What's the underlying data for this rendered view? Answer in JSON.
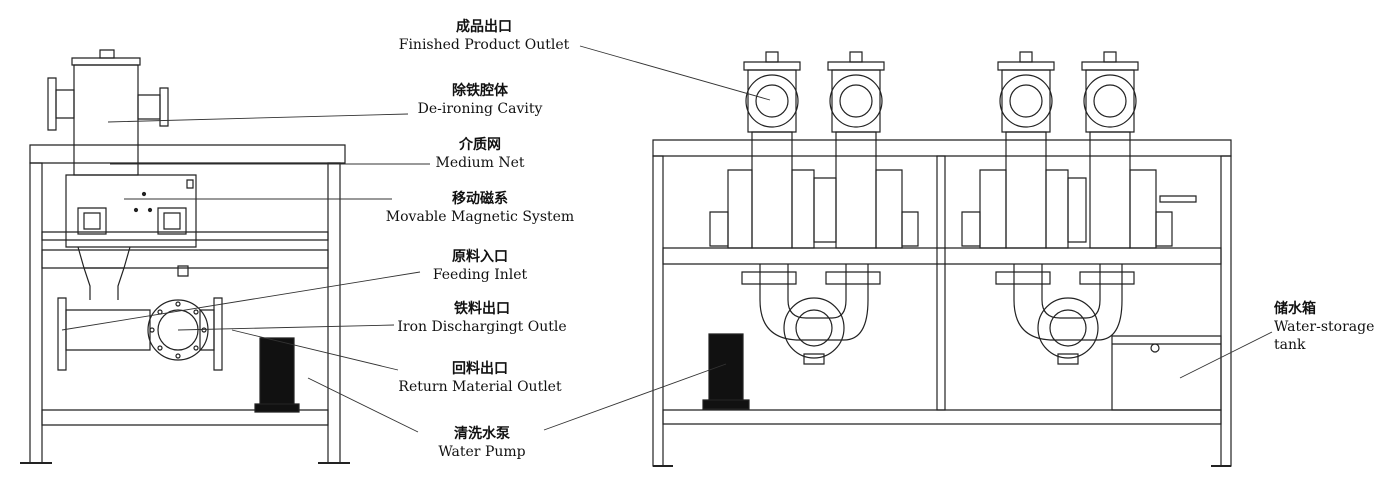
{
  "labels": [
    {
      "id": "finished-product-outlet",
      "zh": "成品出口",
      "en": "Finished Product Outlet"
    },
    {
      "id": "de-ironing-cavity",
      "zh": "除铁腔体",
      "en": "De-ironing Cavity"
    },
    {
      "id": "medium-net",
      "zh": "介质网",
      "en": "Medium Net"
    },
    {
      "id": "movable-magnetic-system",
      "zh": "移动磁系",
      "en": "Movable Magnetic System"
    },
    {
      "id": "feeding-inlet",
      "zh": "原料入口",
      "en": "Feeding Inlet"
    },
    {
      "id": "iron-discharging-outlet",
      "zh": "铁料出口",
      "en": "Iron Dischargingt Outle"
    },
    {
      "id": "return-material-outlet",
      "zh": "回料出口",
      "en": "Return Material Outlet"
    },
    {
      "id": "water-pump",
      "zh": "清洗水泵",
      "en": "Water Pump"
    },
    {
      "id": "water-storage-tank",
      "zh": "储水箱",
      "en": "Water-storage",
      "en2": "tank"
    }
  ]
}
